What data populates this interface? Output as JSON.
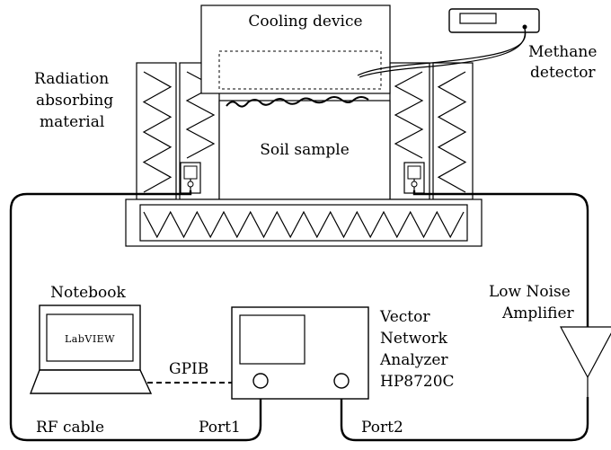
{
  "labels": {
    "cooling_device": "Cooling device",
    "methane_detector_line1": "Methane",
    "methane_detector_line2": "detector",
    "radiation_line1": "Radiation",
    "radiation_line2": "absorbing",
    "radiation_line3": "material",
    "soil_sample": "Soil sample",
    "notebook": "Notebook",
    "labview": "LabVIEW",
    "gpib": "GPIB",
    "vna_line1": "Vector",
    "vna_line2": "Network",
    "vna_line3": "Analyzer",
    "vna_line4": "HP8720C",
    "lna_line1": "Low Noise",
    "lna_line2": "Amplifier",
    "rf_cable": "RF cable",
    "port1": "Port1",
    "port2": "Port2"
  }
}
